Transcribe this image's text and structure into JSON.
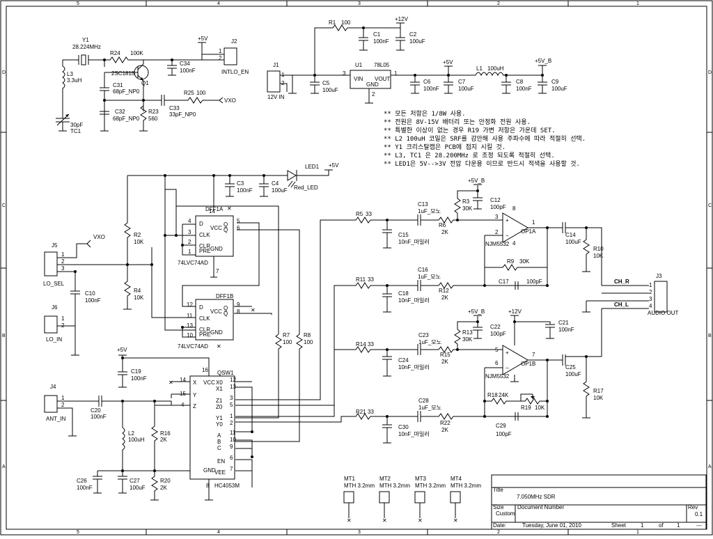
{
  "border": {
    "cols": [
      "5",
      "4",
      "3",
      "2",
      "1"
    ],
    "rows": [
      "D",
      "C",
      "B",
      "A"
    ]
  },
  "notes": [
    "** 모든 저항은 1/8W 사용.",
    "** 전원은 8V-15V 배터리 또는 안정화 전원 사용.",
    "** 특별한 이상이 없는 경우 R19 가변 저항은 가운데 SET.",
    "** L2 100uH 코일은 SRF를 감안해 사용 주파수에 따라 적절히 선택.",
    "** Y1 크리스탈캡은 PCB에 접지 시킬 것.",
    "** L3, TC1 은 28.200MHz 로 조정 되도록 적절히 선택.",
    "** LED1은 5V-->3V 전압 다운용 이므로 반드시 적색을 사용할 것."
  ],
  "title_block": {
    "title_label": "Title",
    "title": "7.050MHz SDR",
    "size_label": "Size",
    "size": "Custom",
    "docnum_label": "Document Number",
    "rev_label": "Rev",
    "rev": "0.1",
    "date_label": "Date:",
    "date": "Tuesday, June 01, 2010",
    "sheet_label": "Sheet",
    "sheet": "1",
    "of_label": "of",
    "of": "1",
    "blank": "---"
  },
  "components": {
    "y1": {
      "ref": "Y1",
      "val": "28.224MHz"
    },
    "r24": {
      "ref": "R24",
      "val": "100K"
    },
    "q1": {
      "ref": "Q1",
      "val": "2SC1815"
    },
    "c34": {
      "ref": "C34",
      "val": "100nF"
    },
    "j2": {
      "ref": "J2",
      "val": "INTLO_EN",
      "p5v": "+5V"
    },
    "l3": {
      "ref": "L3",
      "val": "3.3uH"
    },
    "c31": {
      "ref": "C31",
      "val": "68pF_NP0"
    },
    "c32": {
      "ref": "C32",
      "val": "68pF_NP0"
    },
    "r23": {
      "ref": "R23",
      "val": "560"
    },
    "c33": {
      "ref": "C33",
      "val": "33pF_NP0"
    },
    "r25": {
      "ref": "R25",
      "val": "100"
    },
    "vxo1": "VXO",
    "tc1": {
      "ref": "TC1",
      "val": "30pF"
    },
    "r1": {
      "ref": "R1",
      "val": "100"
    },
    "p12v": "+12V",
    "c1": {
      "ref": "C1",
      "val": "100nF"
    },
    "c2": {
      "ref": "C2",
      "val": "100uF"
    },
    "j1": {
      "ref": "J1",
      "val": "12V IN"
    },
    "u1": {
      "ref": "U1",
      "val": "78L05",
      "vin": "VIN",
      "vout": "VOUT",
      "gnd": "GND"
    },
    "c5": {
      "ref": "C5",
      "val": "100uF"
    },
    "p5v_a": "+5V",
    "l1": {
      "ref": "L1",
      "val": "100uH"
    },
    "p5v_b": "+5V_B",
    "c6": {
      "ref": "C6",
      "val": "100nF"
    },
    "c7": {
      "ref": "C7",
      "val": "100uF"
    },
    "c8": {
      "ref": "C8",
      "val": "100nF"
    },
    "c9": {
      "ref": "C9",
      "val": "100uF"
    },
    "led1": {
      "ref": "LED1",
      "val": "Red_LED",
      "p5v": "+5V"
    },
    "c3": {
      "ref": "C3",
      "val": "100nF"
    },
    "c4": {
      "ref": "C4",
      "val": "100uF"
    },
    "dff1a": {
      "ref": "DFF1A",
      "val": "74LVC74AD"
    },
    "dff1b": {
      "ref": "DFF1B",
      "val": "74LVC74AD"
    },
    "r2": {
      "ref": "R2",
      "val": "10K"
    },
    "r4": {
      "ref": "R4",
      "val": "10K"
    },
    "vxo2": "VXO",
    "j5": {
      "ref": "J5",
      "val": "LO_SEL"
    },
    "c10": {
      "ref": "C10",
      "val": "100nF"
    },
    "j6": {
      "ref": "J6",
      "val": "LO_IN"
    },
    "r7": {
      "ref": "R7",
      "val": "100"
    },
    "r8": {
      "ref": "R8",
      "val": "100"
    },
    "r5": {
      "ref": "R5",
      "val": "33"
    },
    "c13": {
      "ref": "C13",
      "val": "1uF_모노"
    },
    "c15": {
      "ref": "C15",
      "val": "10nF_마일러"
    },
    "r6": {
      "ref": "R6",
      "val": "2K"
    },
    "r3": {
      "ref": "R3",
      "val": "30K"
    },
    "c12": {
      "ref": "C12",
      "val": "100pF"
    },
    "op1a": {
      "ref": "OP1A",
      "val": "NJM5532"
    },
    "p5v_b2": "+5V_B",
    "c14": {
      "ref": "C14",
      "val": "100uF"
    },
    "r10": {
      "ref": "R10",
      "val": "10K"
    },
    "r9": {
      "ref": "R9",
      "val": "30K"
    },
    "r11": {
      "ref": "R11",
      "val": "33"
    },
    "c16": {
      "ref": "C16",
      "val": "1uF_모노"
    },
    "c18": {
      "ref": "C18",
      "val": "10nF_마일러"
    },
    "r12": {
      "ref": "R12",
      "val": "2K"
    },
    "c17": {
      "ref": "C17",
      "val": "100pF"
    },
    "ch_r": "CH_R",
    "ch_l": "CH_L",
    "j3": {
      "ref": "J3",
      "val": "AUDIO OUT"
    },
    "r14": {
      "ref": "R14",
      "val": "33"
    },
    "c23": {
      "ref": "C23",
      "val": "1uF_모노"
    },
    "c24": {
      "ref": "C24",
      "val": "10nF_마일러"
    },
    "r15": {
      "ref": "R15",
      "val": "2K"
    },
    "r13": {
      "ref": "R13",
      "val": "30K"
    },
    "c22": {
      "ref": "C22",
      "val": "100pF"
    },
    "p5v_b3": "+5V_B",
    "p12v_b": "+12V",
    "c21": {
      "ref": "C21",
      "val": "100nF"
    },
    "op1b": {
      "ref": "OP1B",
      "val": "NJM5532"
    },
    "c25": {
      "ref": "C25",
      "val": "100uF"
    },
    "r17": {
      "ref": "R17",
      "val": "10K"
    },
    "r18": {
      "ref": "R18",
      "val": "24K"
    },
    "r19": {
      "ref": "R19",
      "val": "10K"
    },
    "r21": {
      "ref": "R21",
      "val": "33"
    },
    "c28": {
      "ref": "C28",
      "val": "1uF_모노"
    },
    "c30": {
      "ref": "C30",
      "val": "10nF_마일러"
    },
    "r22": {
      "ref": "R22",
      "val": "2K"
    },
    "c29": {
      "ref": "C29",
      "val": "100pF"
    },
    "qsw1": {
      "ref": "QSW1",
      "val": "HC4053M"
    },
    "p5v_c": "+5V",
    "c19": {
      "ref": "C19",
      "val": "100nF"
    },
    "j4": {
      "ref": "J4",
      "val": "ANT_IN"
    },
    "c20": {
      "ref": "C20",
      "val": "100nF"
    },
    "l2": {
      "ref": "L2",
      "val": "100uH"
    },
    "r16": {
      "ref": "R16",
      "val": "2K"
    },
    "c26": {
      "ref": "C26",
      "val": "100nF"
    },
    "c27": {
      "ref": "C27",
      "val": "100uF"
    },
    "r20": {
      "ref": "R20",
      "val": "2K"
    },
    "mt1": {
      "ref": "MT1",
      "val": "MTH 3.2mm"
    },
    "mt2": {
      "ref": "MT2",
      "val": "MTH 3.2mm"
    },
    "mt3": {
      "ref": "MT3",
      "val": "MTH 3.2mm"
    },
    "mt4": {
      "ref": "MT4",
      "val": "MTH 3.2mm"
    }
  },
  "pins": {
    "dff1a": [
      "4",
      "3",
      "2",
      "1",
      "5",
      "6",
      "14",
      "7"
    ],
    "dff1b": [
      "12",
      "11",
      "13",
      "10",
      "9",
      "8"
    ],
    "qsw1_left": [
      "14",
      "15",
      "4"
    ],
    "qsw1_right": [
      "12",
      "13",
      "3",
      "5",
      "1",
      "2",
      "11",
      "10",
      "9"
    ],
    "qsw1_bot": [
      "6",
      "7",
      "8",
      "16"
    ],
    "op1a": [
      "3",
      "2",
      "1",
      "8",
      "4"
    ],
    "op1b": [
      "5",
      "6",
      "7"
    ],
    "j2": [
      "1",
      "2"
    ],
    "j1": [
      "1",
      "2"
    ],
    "j5": [
      "1",
      "2",
      "3"
    ],
    "j6": [
      "1",
      "2"
    ],
    "j4": [
      "1",
      "2"
    ],
    "j3": [
      "1",
      "2",
      "3",
      "4"
    ],
    "u1": [
      "3",
      "1",
      "2"
    ]
  },
  "pinnames": {
    "dff": [
      "PRE",
      "D",
      "CLK",
      "CLR",
      "Q",
      "Q̅",
      "VCC",
      "GND"
    ],
    "qsw": [
      "X",
      "Y",
      "Z",
      "X0",
      "X1",
      "Z1",
      "Z0",
      "Y1",
      "Y0",
      "A",
      "B",
      "C",
      "EN",
      "VEE",
      "GND",
      "VCC"
    ]
  }
}
